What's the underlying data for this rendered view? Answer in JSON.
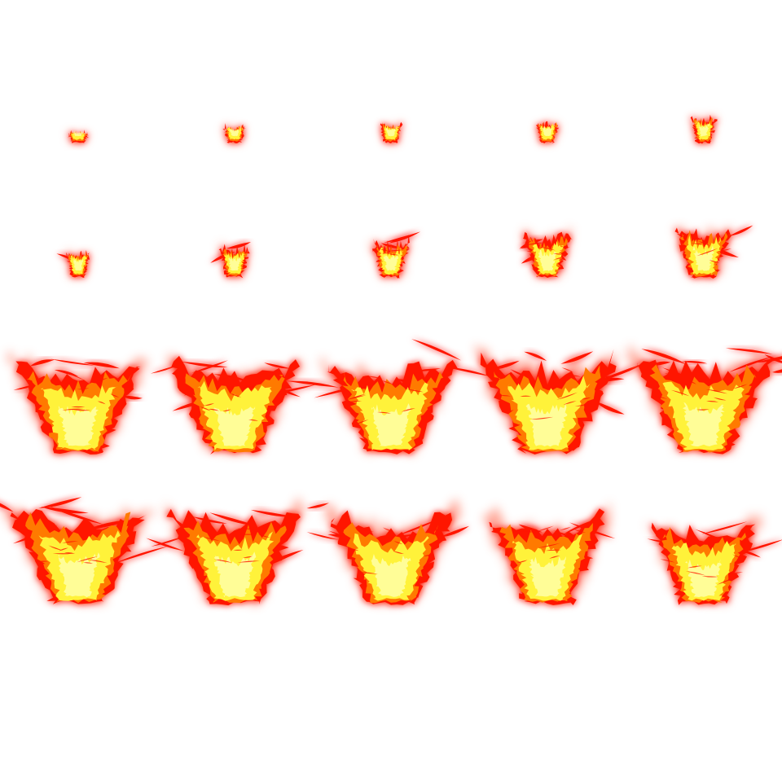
{
  "sprite_sheet": {
    "name": "fire-explosion-animation",
    "rows": 4,
    "columns": 5,
    "background_color": "#ffffff",
    "colors": {
      "glow": "#ff5a3c",
      "outer": "#ff1500",
      "mid": "#ff7a00",
      "core": "#fff23a",
      "core_light": "#ffffa8"
    },
    "frames": [
      {
        "index": 1,
        "size": 0.12,
        "spread": 0.0,
        "streaks": 0
      },
      {
        "index": 2,
        "size": 0.22,
        "spread": 0.05,
        "streaks": 0
      },
      {
        "index": 3,
        "size": 0.26,
        "spread": 0.05,
        "streaks": 0
      },
      {
        "index": 4,
        "size": 0.28,
        "spread": 0.1,
        "streaks": 0
      },
      {
        "index": 5,
        "size": 0.36,
        "spread": 0.2,
        "streaks": 1
      },
      {
        "index": 6,
        "size": 0.36,
        "spread": 0.1,
        "streaks": 1
      },
      {
        "index": 7,
        "size": 0.42,
        "spread": 0.2,
        "streaks": 2
      },
      {
        "index": 8,
        "size": 0.5,
        "spread": 0.35,
        "streaks": 3
      },
      {
        "index": 9,
        "size": 0.62,
        "spread": 0.4,
        "streaks": 4
      },
      {
        "index": 10,
        "size": 0.7,
        "spread": 0.5,
        "streaks": 5
      },
      {
        "index": 11,
        "size": 0.96,
        "spread": 0.85,
        "streaks": 7
      },
      {
        "index": 12,
        "size": 0.96,
        "spread": 0.8,
        "streaks": 8
      },
      {
        "index": 13,
        "size": 0.95,
        "spread": 0.85,
        "streaks": 9
      },
      {
        "index": 14,
        "size": 1.0,
        "spread": 0.9,
        "streaks": 10
      },
      {
        "index": 15,
        "size": 1.0,
        "spread": 0.9,
        "streaks": 10
      },
      {
        "index": 16,
        "size": 1.0,
        "spread": 0.9,
        "streaks": 10
      },
      {
        "index": 17,
        "size": 0.98,
        "spread": 0.85,
        "streaks": 9
      },
      {
        "index": 18,
        "size": 0.94,
        "spread": 0.8,
        "streaks": 8
      },
      {
        "index": 19,
        "size": 0.92,
        "spread": 0.75,
        "streaks": 8
      },
      {
        "index": 20,
        "size": 0.85,
        "spread": 0.7,
        "streaks": 7
      }
    ]
  }
}
